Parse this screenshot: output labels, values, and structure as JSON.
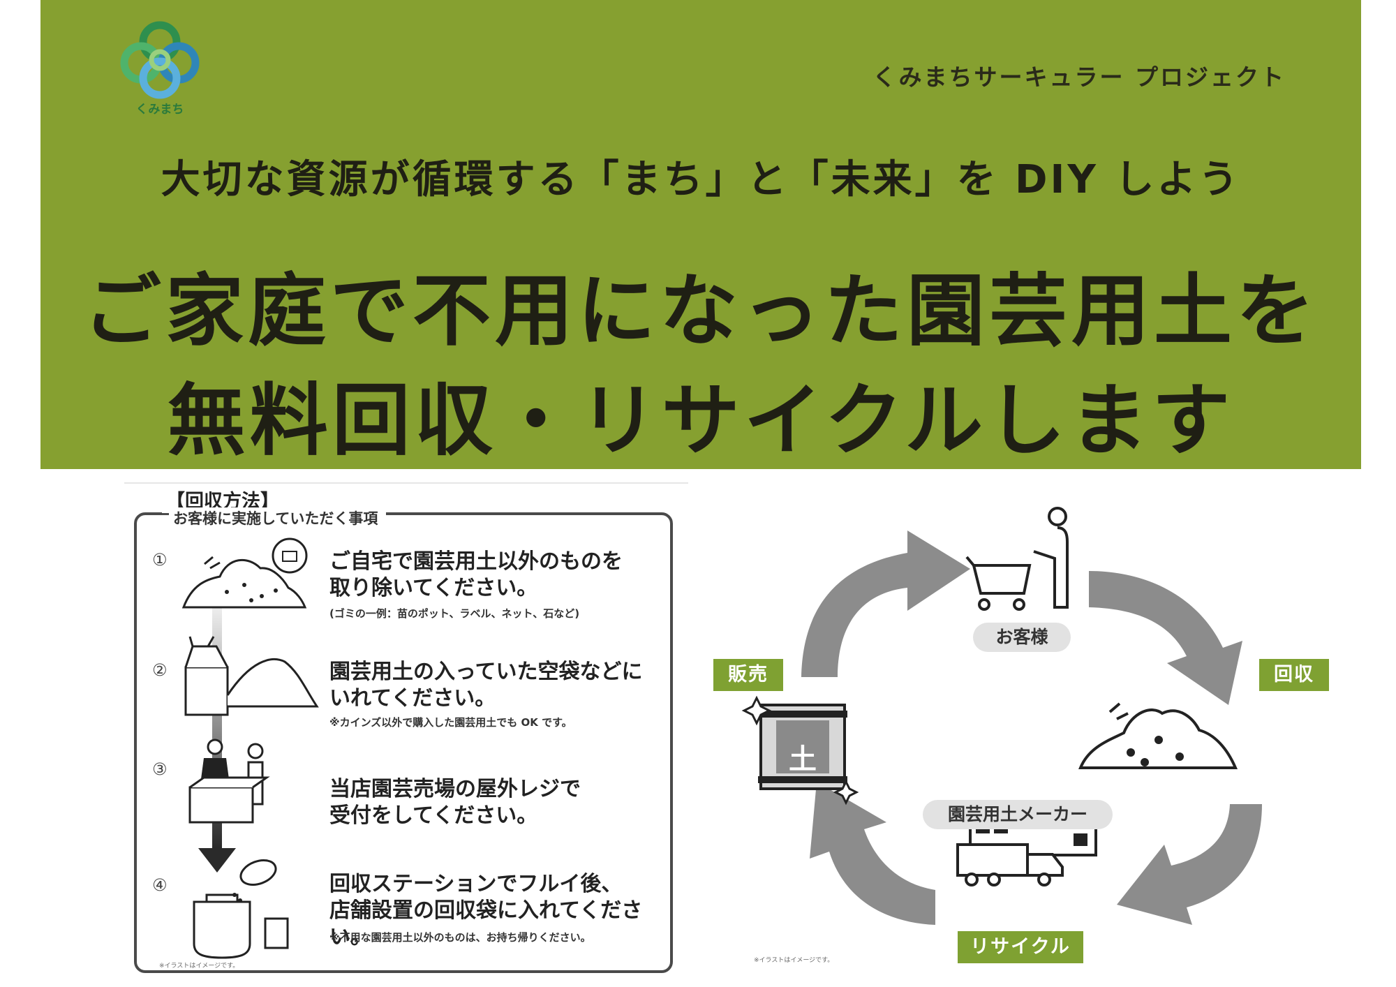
{
  "header": {
    "logo_text": "くみまち",
    "project": "くみまちサーキュラー プロジェクト",
    "tagline": "大切な資源が循環する「まち」と「未来」を DIY しよう",
    "headline_line1": "ご家庭で不用になった園芸用土を",
    "headline_line2": "無料回収・リサイクルします"
  },
  "method": {
    "title": "【回収方法】",
    "subtitle": "お客様に実施していただく事項",
    "steps": [
      {
        "num": "①",
        "line1": "ご自宅で園芸用土以外のものを",
        "line2": "取り除いてください。",
        "note": "(ゴミの一例：苗のポット、ラベル、ネット、石など)"
      },
      {
        "num": "②",
        "line1": "園芸用土の入っていた空袋などに",
        "line2": "いれてください。",
        "note": "※カインズ以外で購入した園芸用土でも OK です。"
      },
      {
        "num": "③",
        "line1": "当店園芸売場の屋外レジで",
        "line2": "受付をしてください。",
        "note": ""
      },
      {
        "num": "④",
        "line1": "回収ステーションでフルイ後、",
        "line2": "店舗設置の回収袋に入れてください。",
        "note": "※不用な園芸用土以外のものは、お持ち帰りください。"
      }
    ],
    "disclaimer": "※イラストはイメージです。"
  },
  "cycle": {
    "customer": "お客様",
    "collect": "回収",
    "maker": "園芸用土メーカー",
    "recycle": "リサイクル",
    "sell": "販売",
    "soil_char": "土",
    "disclaimer": "※イラストはイメージです。"
  },
  "colors": {
    "banner": "#86a030",
    "tag": "#7fa132",
    "arrow": "#8c8c8c"
  }
}
